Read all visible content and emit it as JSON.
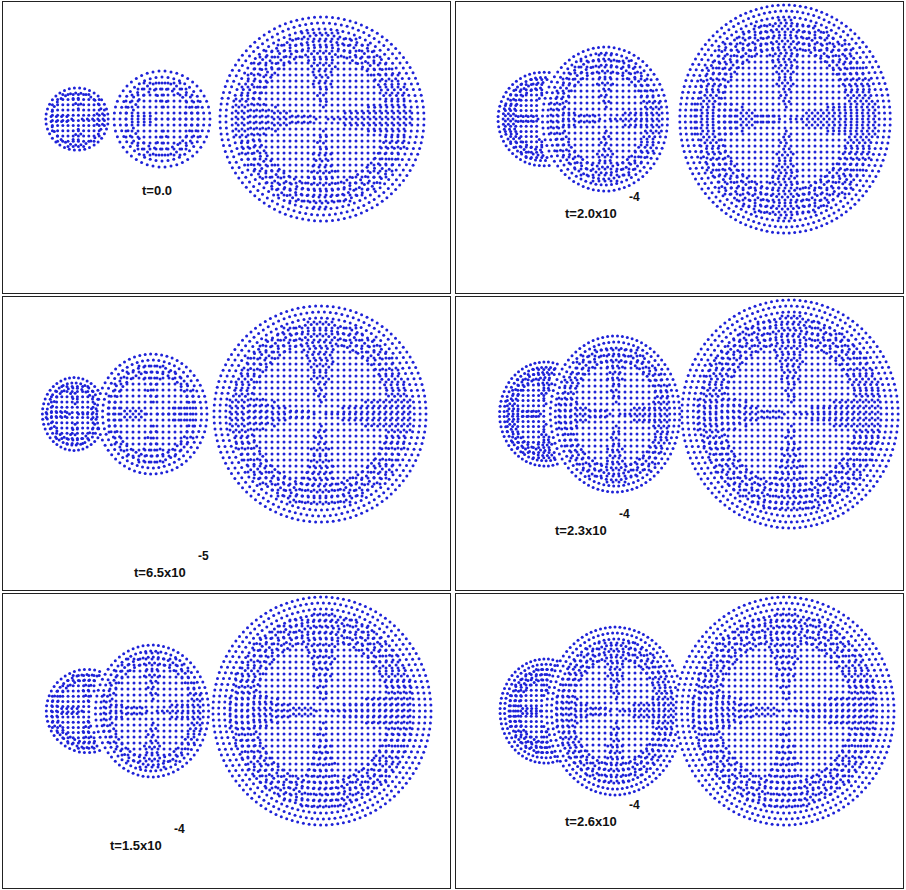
{
  "diagram": {
    "labels": [
      "t=0.0",
      "t=2.0x10",
      "-4",
      "t=6.5x10",
      "-5",
      "t=2.3x10",
      "-4",
      "t=1.5x10",
      "-4",
      "t=2.6x10",
      "-4"
    ]
  }
}
